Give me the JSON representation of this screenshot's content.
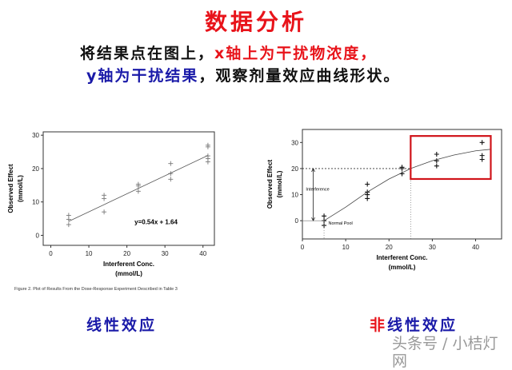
{
  "slide": {
    "title": "数据分析",
    "line1_black": "将结果点在图上，",
    "line1_red": "x轴上为干扰物浓度，",
    "line2_blue": "y轴为干扰结果",
    "line2_black": "，观察剂量效应曲线形状。",
    "caption_left": "线性效应",
    "caption_right_red": "非",
    "caption_right_blue": "线性效应",
    "watermark": "头条号 / 小桔灯网"
  },
  "colors": {
    "title": "#e8131a",
    "blue": "#1a1aa8",
    "highlight_box": "#d0141a"
  },
  "chart_data": [
    {
      "type": "scatter",
      "xlabel": "Interferent Conc.",
      "xlabel_unit": "(mmol/L)",
      "ylabel": "Observed Effect",
      "ylabel_unit": "(mmol/L)",
      "xlim": [
        -2,
        43
      ],
      "ylim": [
        -3,
        31
      ],
      "xticks": [
        0,
        10,
        20,
        30,
        40
      ],
      "yticks": [
        0,
        10,
        20,
        30
      ],
      "points": [
        [
          4.7,
          6
        ],
        [
          4.7,
          4.8
        ],
        [
          4.7,
          3.2
        ],
        [
          14,
          12
        ],
        [
          14,
          11
        ],
        [
          14,
          7
        ],
        [
          23,
          15.3
        ],
        [
          23,
          14.8
        ],
        [
          23,
          13.2
        ],
        [
          31.5,
          21.5
        ],
        [
          31.5,
          18.5
        ],
        [
          31.5,
          16.8
        ],
        [
          41.3,
          27
        ],
        [
          41.3,
          26.5
        ],
        [
          41.3,
          23.8
        ],
        [
          41.3,
          23
        ],
        [
          41.3,
          22
        ]
      ],
      "fit": {
        "slope": 0.54,
        "intercept": 1.64,
        "x_range": [
          4.7,
          41.3
        ]
      },
      "annotation": "y=0.54x + 1.64",
      "figure_caption": "Figure 2.  Plot of Results From the Dose-Response Experiment Described in Table 3"
    },
    {
      "type": "scatter",
      "xlabel": "Interferent Conc.",
      "xlabel_unit": "(mmol/L)",
      "ylabel": "Observed Effect",
      "ylabel_unit": "(mmol/L)",
      "xlim": [
        0,
        46
      ],
      "ylim": [
        -7,
        35
      ],
      "xticks": [
        0,
        10,
        20,
        30,
        40
      ],
      "yticks": [
        0,
        10,
        20,
        30
      ],
      "points": [
        [
          5,
          1.8
        ],
        [
          5,
          0
        ],
        [
          5,
          -1.8
        ],
        [
          15,
          14
        ],
        [
          15,
          11
        ],
        [
          15,
          10
        ],
        [
          15,
          8.5
        ],
        [
          23,
          20.5
        ],
        [
          23,
          20
        ],
        [
          23,
          18
        ],
        [
          31,
          25.5
        ],
        [
          31,
          23
        ],
        [
          31,
          21
        ],
        [
          41.5,
          30
        ],
        [
          41.5,
          25
        ],
        [
          41.5,
          23.5
        ]
      ],
      "curve": [
        [
          5,
          0
        ],
        [
          10,
          5.2
        ],
        [
          15,
          11
        ],
        [
          20,
          16
        ],
        [
          25,
          20
        ],
        [
          30,
          23
        ],
        [
          35,
          25.2
        ],
        [
          40,
          26.8
        ],
        [
          43.5,
          27.4
        ]
      ],
      "reference_y": 20,
      "reference_x": 25,
      "baseline_x": 5,
      "annotations": {
        "interference": "Interference",
        "normal_pool": "Normal Pool"
      },
      "highlight_box": {
        "x": [
          25,
          43.5
        ],
        "y": [
          16,
          32.5
        ]
      }
    }
  ]
}
